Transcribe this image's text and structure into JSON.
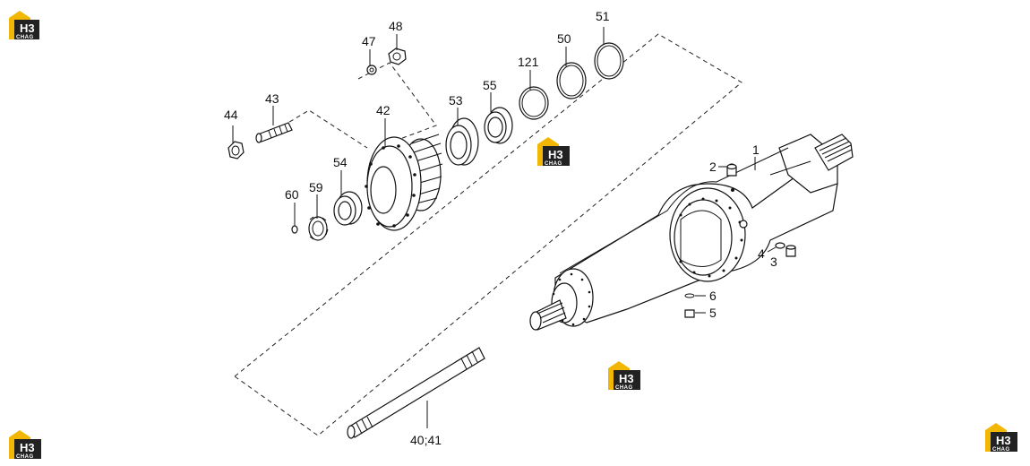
{
  "labels": {
    "p1": "1",
    "p2": "2",
    "p3": "3",
    "p4": "4",
    "p5": "5",
    "p6": "6",
    "p40": "40;41",
    "p42": "42",
    "p43": "43",
    "p44": "44",
    "p47": "47",
    "p48": "48",
    "p50": "50",
    "p51": "51",
    "p53": "53",
    "p54": "54",
    "p55": "55",
    "p59": "59",
    "p60": "60",
    "p121": "121"
  },
  "watermark": {
    "top_text": "H3",
    "bottom_text": "CHAG"
  },
  "colors": {
    "logo_yellow": "#f2b705",
    "logo_dark": "#222222",
    "line": "#111111"
  }
}
